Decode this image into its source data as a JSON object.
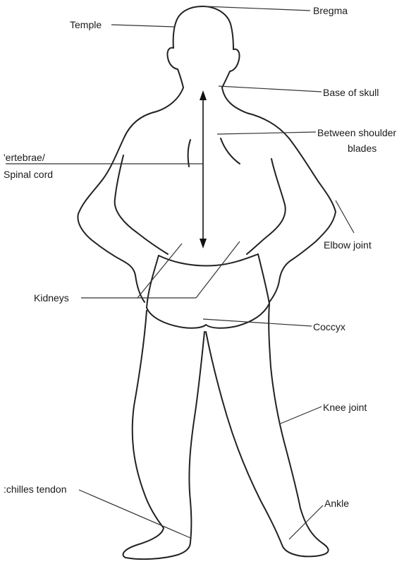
{
  "labels": {
    "bregma": "Bregma",
    "temple": "Temple",
    "base_of_skull": "Base of skull",
    "between_shoulder_blades_line1": "Between shoulder",
    "between_shoulder_blades_line2": "blades",
    "vertebrae_line1": "'ertebrae/",
    "vertebrae_line2": "Spinal cord",
    "elbow_joint": "Elbow joint",
    "kidneys": "Kidneys",
    "coccyx": "Coccyx",
    "knee_joint": "Knee joint",
    "achilles_tendon": ":chilles tendon",
    "ankle": "Ankle"
  }
}
